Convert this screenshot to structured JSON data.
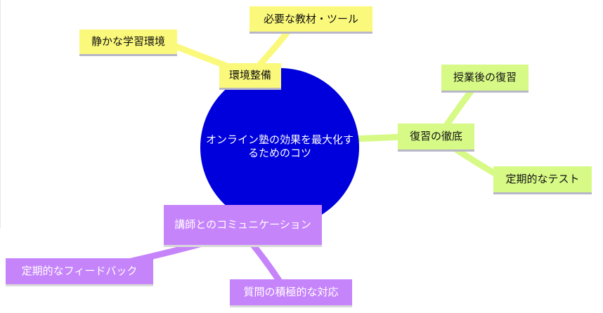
{
  "central": {
    "label": "オンライン塾の効果を最大化するためのコツ",
    "color": "#0000dd"
  },
  "branches": {
    "environment": {
      "label": "環境整備",
      "color": "#fbf97b",
      "children": [
        "静かな学習環境",
        "必要な教材・ツール"
      ]
    },
    "review": {
      "label": "復習の徹底",
      "color": "#d7fa86",
      "children": [
        "授業後の復習",
        "定期的なテスト"
      ]
    },
    "communication": {
      "label": "講師とのコミュニケーション",
      "color": "#c684fb",
      "children": [
        "定期的なフィードバック",
        "質問の積極的な対応"
      ]
    }
  }
}
